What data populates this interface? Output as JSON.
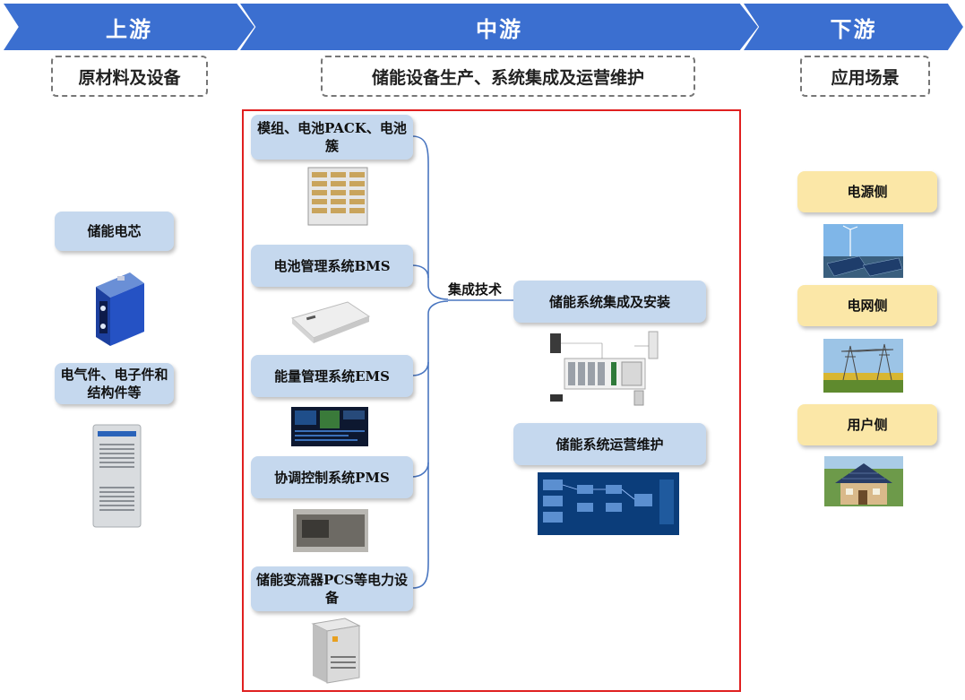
{
  "header": {
    "upstream": "上游",
    "midstream": "中游",
    "downstream": "下游"
  },
  "subtitles": {
    "upstream": "原材料及设备",
    "midstream": "储能设备生产、系统集成及运营维护",
    "downstream": "应用场景"
  },
  "upstream": {
    "cell": "储能电芯",
    "parts": "电气件、电子件和结构件等"
  },
  "midstream": {
    "modules": "模组、电池PACK、电池簇",
    "bms": "电池管理系统BMS",
    "ems": "能量管理系统EMS",
    "pms": "协调控制系统PMS",
    "pcs": "储能变流器PCS等电力设备",
    "tech_label": "集成技术",
    "integration": "储能系统集成及安装",
    "operation": "储能系统运营维护"
  },
  "downstream": {
    "source": "电源侧",
    "grid": "电网侧",
    "user": "用户侧"
  },
  "colors": {
    "arrow": "#3b6fd0",
    "node_blue": "#c5d8ee",
    "node_yellow": "#fbe7a7",
    "frame": "#e02020"
  }
}
